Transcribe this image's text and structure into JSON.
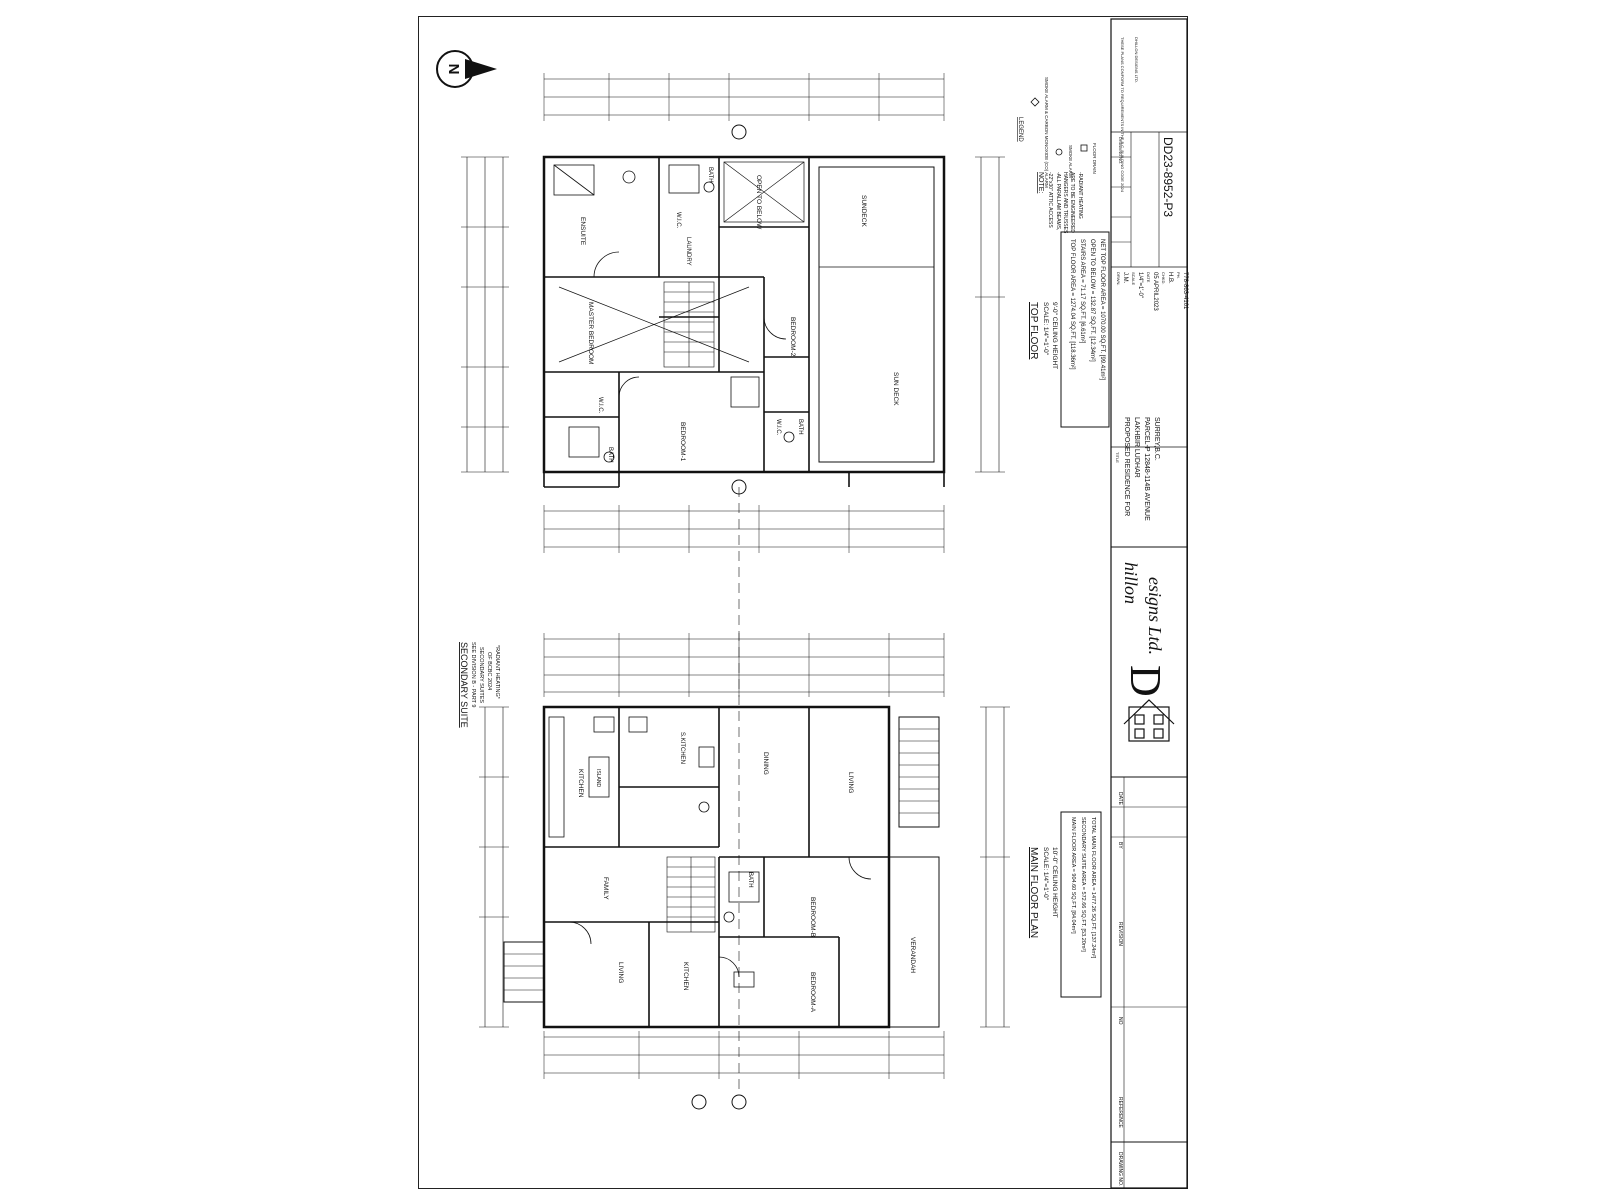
{
  "sheet": {
    "drawing_no_code": "DD23-8952-P3",
    "company_stamp": "DHILLON DESIGNS LTD.",
    "conform_note": "THESE PLANS CONFORM TO REQUIREMENTS IN THE B.C. BUILDING CODE 2024"
  },
  "main_floor": {
    "title": "MAIN FLOOR PLAN",
    "scale": "SCALE: 1/4\"=1'-0\"",
    "ceiling": "10'-0\" CEILING HEIGHT",
    "areas": [
      "MAIN FLOOR AREA = 904.60 SQ.FT. [84.04m²]",
      "SECONDARY SUITE AREA = 572.66 SQ.FT. [53.20m²]",
      "TOTAL MAIN FLOOR AREA = 1477.26 SQ.FT. [137.24m²]"
    ],
    "rooms": [
      "KITCHEN",
      "ISLAND",
      "S.KITCHEN",
      "DINING",
      "LIVING",
      "FAMILY",
      "BATH",
      "BEDROOM-B",
      "VERANDAH",
      "LIVING",
      "KITCHEN",
      "BEDROOM-A"
    ]
  },
  "secondary_suite": {
    "title": "SECONDARY SUITE",
    "notes": [
      "SEE DIVISION B - PART 9",
      "SECONDARY SUITES",
      "OF BCBC 2024",
      "*RADIANT HEATING*"
    ]
  },
  "top_floor": {
    "title": "TOP FLOOR",
    "scale": "SCALE: 1/4\"=1'-0\"",
    "ceiling": "9'-0\" CEILING HEIGHT",
    "areas": [
      "TOP FLOOR AREA = 1274.04 SQ.FT. [118.36m²]",
      "STAIRS AREA = 71.17 SQ.FT. [6.61m²]",
      "OPEN TO BELOW = 132.87 SQ.FT. [12.34m²]",
      "NET TOP FLOOR AREA = 1070.00 SQ.FT. [99.41m²]"
    ],
    "rooms": [
      "ENSUITE",
      "W.I.C.",
      "BATH",
      "LAUNDRY",
      "OPEN TO BELOW",
      "SUNDECK",
      "MASTER BEDROOM",
      "BEDROOM-2",
      "SUN DECK",
      "W.I.C.",
      "BATH",
      "BEDROOM-1",
      "W.I.C.",
      "BATH"
    ]
  },
  "legend": {
    "title": "LEGEND",
    "items": [
      "SMOKE ALARM & CARBON MONOXIDE (CO) ALARM",
      "SMOKE ALARM",
      "FAN",
      "FLOOR DRAIN"
    ]
  },
  "note": {
    "title": "NOTE:",
    "lines": [
      "-22\"x30\" ATTIC ACCESS",
      "-ALL PARALLAM BEAMS,",
      "HANGERS AND TRUSSES",
      "ARE TO BE ENGINEERED",
      "-RADIANT HEATING"
    ]
  },
  "title_block": {
    "title_label": "TITLE",
    "lines": [
      "PROPOSED RESIDENCE FOR",
      "LAKHBIR LUDHAR",
      "PARCEL-P 12848-114B AVENUE",
      "SURREY,B.C."
    ],
    "drawn_label": "DRWN.",
    "drawn": "J.M.",
    "scale_label": "SCALE",
    "scale": "1/4\"=1'-0\"",
    "date_label": "DATE",
    "date": "05 APRIL2023",
    "checked_label": "CHKD.",
    "checked": "H.B.",
    "phone_label": "PH.",
    "phone": "778-863-4101",
    "drawing_no_label": "DRAWING NO.",
    "revision_headers": [
      "NO",
      "REVISION",
      "BY",
      "DATE"
    ],
    "footer_labels": [
      "REFERENCE",
      "DRAWING NO."
    ]
  },
  "logo": {
    "letter1": "D",
    "word1": "hillon",
    "letter2": "D",
    "word2": "esigns Ltd."
  },
  "north_arrow": "N",
  "colors": {
    "ink": "#111111",
    "paper": "#ffffff"
  }
}
